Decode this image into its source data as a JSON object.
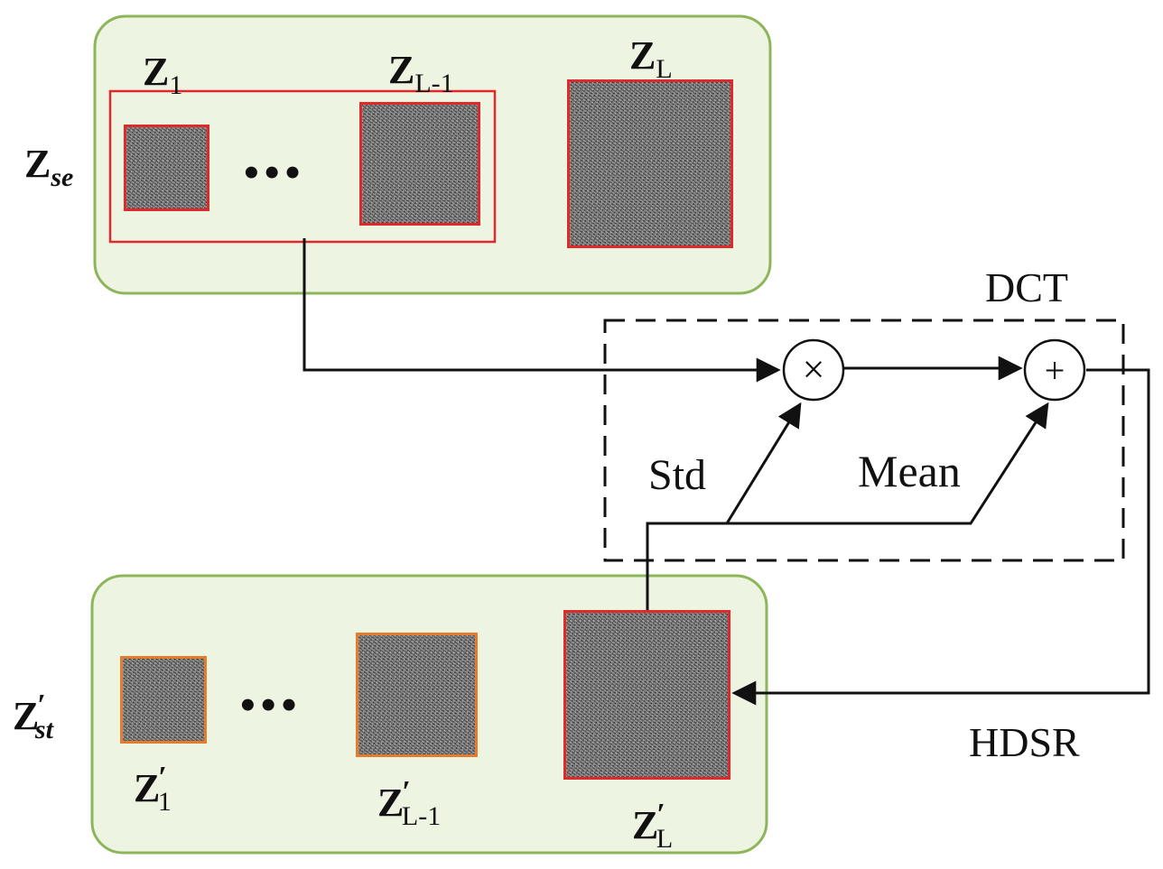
{
  "colors": {
    "panel_fill": "#eef4e2",
    "panel_border": "#8db65a",
    "highlight_red": "#e0292b",
    "highlight_orange": "#e57b2c",
    "line": "#111111"
  },
  "top_panel": {
    "group_label": "Z",
    "group_label_sub": "se",
    "item1_main": "Z",
    "item1_sub": "1",
    "item2_main": "Z",
    "item2_sub": "L-1",
    "item3_main": "Z",
    "item3_sub": "L",
    "dots": "•••"
  },
  "bottom_panel": {
    "group_label": "Z",
    "group_label_sub": "st",
    "item1_main": "Z",
    "item1_sub": "1",
    "item2_main": "Z",
    "item2_sub": "L-1",
    "item3_main": "Z",
    "item3_sub": "L",
    "prime": "′",
    "dots": "•••"
  },
  "dct_block": {
    "label": "DCT",
    "multiply_symbol": "×",
    "add_symbol": "+",
    "std_label": "Std",
    "mean_label": "Mean"
  },
  "hdsr_label": "HDSR"
}
